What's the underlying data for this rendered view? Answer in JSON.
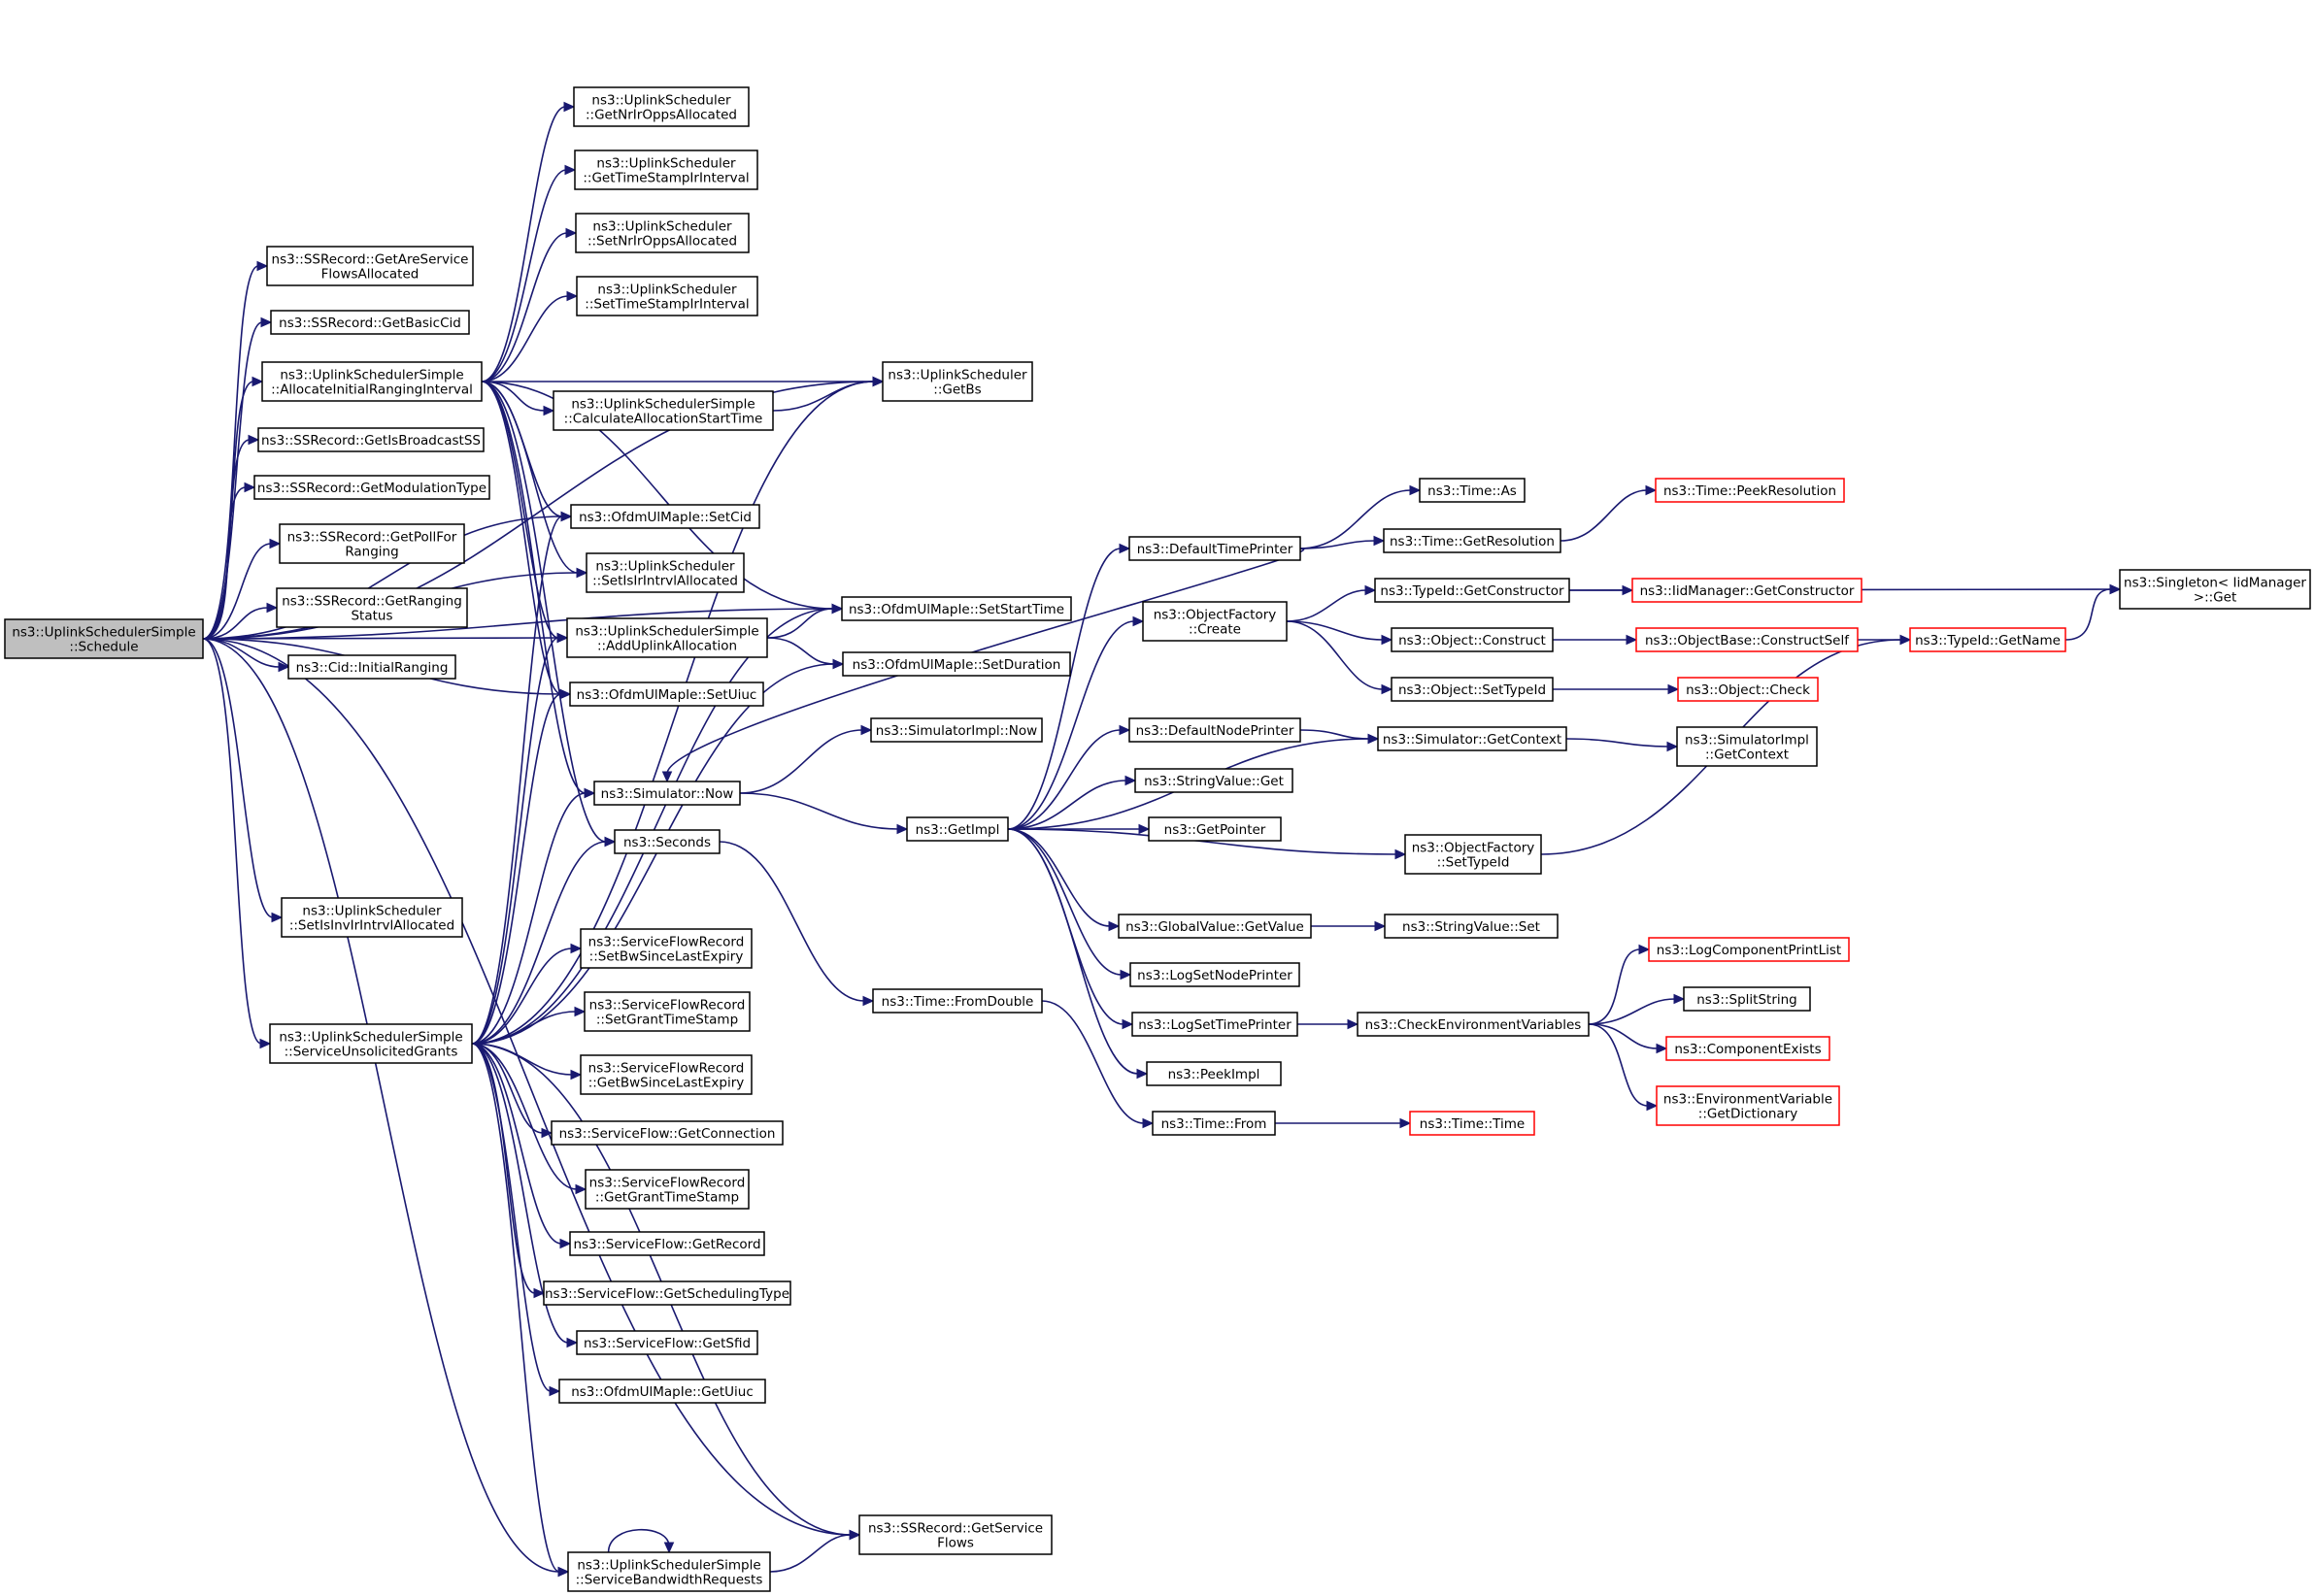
{
  "colors": {
    "edge": "#191970",
    "root_fill": "#bfbfbf",
    "node_border": "#000000",
    "truncated_border": "#ff0000",
    "background": "#ffffff"
  },
  "nodes": {
    "schedule": {
      "lines": [
        "ns3::UplinkSchedulerSimple",
        "::Schedule"
      ],
      "kind": "root"
    },
    "getAreServiceFlowsAllocated": {
      "lines": [
        "ns3::SSRecord::GetAreService",
        "FlowsAllocated"
      ]
    },
    "getBasicCid": {
      "lines": [
        "ns3::SSRecord::GetBasicCid"
      ]
    },
    "allocateInitialRanging": {
      "lines": [
        "ns3::UplinkSchedulerSimple",
        "::AllocateInitialRangingInterval"
      ]
    },
    "getIsBroadcastSS": {
      "lines": [
        "ns3::SSRecord::GetIsBroadcastSS"
      ]
    },
    "getModulationType": {
      "lines": [
        "ns3::SSRecord::GetModulationType"
      ]
    },
    "getPollForRanging": {
      "lines": [
        "ns3::SSRecord::GetPollFor",
        "Ranging"
      ]
    },
    "getRangingStatus": {
      "lines": [
        "ns3::SSRecord::GetRanging",
        "Status"
      ]
    },
    "initialRanging": {
      "lines": [
        "ns3::Cid::InitialRanging"
      ]
    },
    "setIsInvIrIntrvlAllocated": {
      "lines": [
        "ns3::UplinkScheduler",
        "::SetIsInvIrIntrvlAllocated"
      ]
    },
    "serviceUnsolicitedGrants": {
      "lines": [
        "ns3::UplinkSchedulerSimple",
        "::ServiceUnsolicitedGrants"
      ]
    },
    "serviceBandwidthRequests": {
      "lines": [
        "ns3::UplinkSchedulerSimple",
        "::ServiceBandwidthRequests"
      ]
    },
    "getNrIrOppsAllocated": {
      "lines": [
        "ns3::UplinkScheduler",
        "::GetNrIrOppsAllocated"
      ]
    },
    "getTimeStampIrInterval": {
      "lines": [
        "ns3::UplinkScheduler",
        "::GetTimeStampIrInterval"
      ]
    },
    "setNrIrOppsAllocated": {
      "lines": [
        "ns3::UplinkScheduler",
        "::SetNrIrOppsAllocated"
      ]
    },
    "setTimeStampIrInterval": {
      "lines": [
        "ns3::UplinkScheduler",
        "::SetTimeStampIrInterval"
      ]
    },
    "calculateAllocationStartTime": {
      "lines": [
        "ns3::UplinkSchedulerSimple",
        "::CalculateAllocationStartTime"
      ]
    },
    "setCid": {
      "lines": [
        "ns3::OfdmUlMapIe::SetCid"
      ]
    },
    "setIsIrIntrvlAllocated": {
      "lines": [
        "ns3::UplinkScheduler",
        "::SetIsIrIntrvlAllocated"
      ]
    },
    "addUplinkAllocation": {
      "lines": [
        "ns3::UplinkSchedulerSimple",
        "::AddUplinkAllocation"
      ]
    },
    "setUiuc": {
      "lines": [
        "ns3::OfdmUlMapIe::SetUiuc"
      ]
    },
    "simulatorNow": {
      "lines": [
        "ns3::Simulator::Now"
      ]
    },
    "seconds": {
      "lines": [
        "ns3::Seconds"
      ]
    },
    "setBwSinceLastExpiry": {
      "lines": [
        "ns3::ServiceFlowRecord",
        "::SetBwSinceLastExpiry"
      ]
    },
    "setGrantTimeStamp": {
      "lines": [
        "ns3::ServiceFlowRecord",
        "::SetGrantTimeStamp"
      ]
    },
    "getBwSinceLastExpiry": {
      "lines": [
        "ns3::ServiceFlowRecord",
        "::GetBwSinceLastExpiry"
      ]
    },
    "getConnection": {
      "lines": [
        "ns3::ServiceFlow::GetConnection"
      ]
    },
    "getGrantTimeStamp": {
      "lines": [
        "ns3::ServiceFlowRecord",
        "::GetGrantTimeStamp"
      ]
    },
    "getRecord": {
      "lines": [
        "ns3::ServiceFlow::GetRecord"
      ]
    },
    "getSchedulingType": {
      "lines": [
        "ns3::ServiceFlow::GetSchedulingType"
      ]
    },
    "getSfid": {
      "lines": [
        "ns3::ServiceFlow::GetSfid"
      ]
    },
    "getUiuc": {
      "lines": [
        "ns3::OfdmUlMapIe::GetUiuc"
      ]
    },
    "getBs": {
      "lines": [
        "ns3::UplinkScheduler",
        "::GetBs"
      ]
    },
    "setStartTime": {
      "lines": [
        "ns3::OfdmUlMapIe::SetStartTime"
      ]
    },
    "setDuration": {
      "lines": [
        "ns3::OfdmUlMapIe::SetDuration"
      ]
    },
    "simulatorImplNow": {
      "lines": [
        "ns3::SimulatorImpl::Now"
      ]
    },
    "getImpl": {
      "lines": [
        "ns3::GetImpl"
      ]
    },
    "timeFromDouble": {
      "lines": [
        "ns3::Time::FromDouble"
      ]
    },
    "getServiceFlows": {
      "lines": [
        "ns3::SSRecord::GetService",
        "Flows"
      ]
    },
    "defaultTimePrinter": {
      "lines": [
        "ns3::DefaultTimePrinter"
      ]
    },
    "objectFactoryCreate": {
      "lines": [
        "ns3::ObjectFactory",
        "::Create"
      ]
    },
    "defaultNodePrinter": {
      "lines": [
        "ns3::DefaultNodePrinter"
      ]
    },
    "stringValueGet": {
      "lines": [
        "ns3::StringValue::Get"
      ]
    },
    "getPointer": {
      "lines": [
        "ns3::GetPointer"
      ]
    },
    "globalValueGetValue": {
      "lines": [
        "ns3::GlobalValue::GetValue"
      ]
    },
    "logSetNodePrinter": {
      "lines": [
        "ns3::LogSetNodePrinter"
      ]
    },
    "logSetTimePrinter": {
      "lines": [
        "ns3::LogSetTimePrinter"
      ]
    },
    "peekImpl": {
      "lines": [
        "ns3::PeekImpl"
      ]
    },
    "timeFrom": {
      "lines": [
        "ns3::Time::From"
      ]
    },
    "timeAs": {
      "lines": [
        "ns3::Time::As"
      ]
    },
    "timeGetResolution": {
      "lines": [
        "ns3::Time::GetResolution"
      ]
    },
    "typeIdGetConstructor": {
      "lines": [
        "ns3::TypeId::GetConstructor"
      ]
    },
    "objectConstruct": {
      "lines": [
        "ns3::Object::Construct"
      ]
    },
    "objectSetTypeId": {
      "lines": [
        "ns3::Object::SetTypeId"
      ]
    },
    "simulatorGetContext": {
      "lines": [
        "ns3::Simulator::GetContext"
      ]
    },
    "objectFactorySetTypeId": {
      "lines": [
        "ns3::ObjectFactory",
        "::SetTypeId"
      ]
    },
    "stringValueSet": {
      "lines": [
        "ns3::StringValue::Set"
      ]
    },
    "checkEnvironmentVariables": {
      "lines": [
        "ns3::CheckEnvironmentVariables"
      ]
    },
    "timeTime": {
      "lines": [
        "ns3::Time::Time"
      ],
      "kind": "truncated"
    },
    "timePeekResolution": {
      "lines": [
        "ns3::Time::PeekResolution"
      ],
      "kind": "truncated"
    },
    "iidManagerGetConstructor": {
      "lines": [
        "ns3::IidManager::GetConstructor"
      ],
      "kind": "truncated"
    },
    "objectBaseConstructSelf": {
      "lines": [
        "ns3::ObjectBase::ConstructSelf"
      ],
      "kind": "truncated"
    },
    "objectCheck": {
      "lines": [
        "ns3::Object::Check"
      ],
      "kind": "truncated"
    },
    "simulatorImplGetContext": {
      "lines": [
        "ns3::SimulatorImpl",
        "::GetContext"
      ]
    },
    "logComponentPrintList": {
      "lines": [
        "ns3::LogComponentPrintList"
      ],
      "kind": "truncated"
    },
    "splitString": {
      "lines": [
        "ns3::SplitString"
      ]
    },
    "componentExists": {
      "lines": [
        "ns3::ComponentExists"
      ],
      "kind": "truncated"
    },
    "environmentVariableGetDictionary": {
      "lines": [
        "ns3::EnvironmentVariable",
        "::GetDictionary"
      ],
      "kind": "truncated"
    },
    "typeIdGetName": {
      "lines": [
        "ns3::TypeId::GetName"
      ],
      "kind": "truncated"
    },
    "singletonGet": {
      "lines": [
        "ns3::Singleton< IidManager",
        " >::Get"
      ]
    }
  },
  "edges": [
    [
      "schedule",
      "getAreServiceFlowsAllocated"
    ],
    [
      "schedule",
      "getBasicCid"
    ],
    [
      "schedule",
      "allocateInitialRanging"
    ],
    [
      "schedule",
      "getIsBroadcastSS"
    ],
    [
      "schedule",
      "getModulationType"
    ],
    [
      "schedule",
      "getPollForRanging"
    ],
    [
      "schedule",
      "getRangingStatus"
    ],
    [
      "schedule",
      "initialRanging"
    ],
    [
      "schedule",
      "setIsInvIrIntrvlAllocated"
    ],
    [
      "schedule",
      "serviceUnsolicitedGrants"
    ],
    [
      "schedule",
      "serviceBandwidthRequests"
    ],
    [
      "schedule",
      "getBs"
    ],
    [
      "schedule",
      "setStartTime"
    ],
    [
      "schedule",
      "setCid"
    ],
    [
      "schedule",
      "setIsIrIntrvlAllocated"
    ],
    [
      "schedule",
      "addUplinkAllocation"
    ],
    [
      "schedule",
      "setUiuc"
    ],
    [
      "schedule",
      "getServiceFlows"
    ],
    [
      "allocateInitialRanging",
      "getNrIrOppsAllocated"
    ],
    [
      "allocateInitialRanging",
      "getTimeStampIrInterval"
    ],
    [
      "allocateInitialRanging",
      "setNrIrOppsAllocated"
    ],
    [
      "allocateInitialRanging",
      "setTimeStampIrInterval"
    ],
    [
      "allocateInitialRanging",
      "getBs"
    ],
    [
      "allocateInitialRanging",
      "calculateAllocationStartTime"
    ],
    [
      "allocateInitialRanging",
      "setStartTime"
    ],
    [
      "allocateInitialRanging",
      "setCid"
    ],
    [
      "allocateInitialRanging",
      "setIsIrIntrvlAllocated"
    ],
    [
      "allocateInitialRanging",
      "addUplinkAllocation"
    ],
    [
      "allocateInitialRanging",
      "setUiuc"
    ],
    [
      "allocateInitialRanging",
      "simulatorNow"
    ],
    [
      "allocateInitialRanging",
      "seconds"
    ],
    [
      "calculateAllocationStartTime",
      "getBs"
    ],
    [
      "addUplinkAllocation",
      "setStartTime"
    ],
    [
      "addUplinkAllocation",
      "setDuration"
    ],
    [
      "serviceUnsolicitedGrants",
      "getBs"
    ],
    [
      "serviceUnsolicitedGrants",
      "setStartTime"
    ],
    [
      "serviceUnsolicitedGrants",
      "setDuration"
    ],
    [
      "serviceUnsolicitedGrants",
      "setCid"
    ],
    [
      "serviceUnsolicitedGrants",
      "addUplinkAllocation"
    ],
    [
      "serviceUnsolicitedGrants",
      "setUiuc"
    ],
    [
      "serviceUnsolicitedGrants",
      "simulatorNow"
    ],
    [
      "serviceUnsolicitedGrants",
      "seconds"
    ],
    [
      "serviceUnsolicitedGrants",
      "setBwSinceLastExpiry"
    ],
    [
      "serviceUnsolicitedGrants",
      "setGrantTimeStamp"
    ],
    [
      "serviceUnsolicitedGrants",
      "getBwSinceLastExpiry"
    ],
    [
      "serviceUnsolicitedGrants",
      "getConnection"
    ],
    [
      "serviceUnsolicitedGrants",
      "getGrantTimeStamp"
    ],
    [
      "serviceUnsolicitedGrants",
      "getRecord"
    ],
    [
      "serviceUnsolicitedGrants",
      "getSchedulingType"
    ],
    [
      "serviceUnsolicitedGrants",
      "getSfid"
    ],
    [
      "serviceUnsolicitedGrants",
      "getUiuc"
    ],
    [
      "serviceUnsolicitedGrants",
      "getServiceFlows"
    ],
    [
      "serviceUnsolicitedGrants",
      "serviceBandwidthRequests"
    ],
    [
      "serviceBandwidthRequests",
      "getServiceFlows"
    ],
    [
      "serviceBandwidthRequests",
      "serviceBandwidthRequests"
    ],
    [
      "simulatorNow",
      "simulatorImplNow"
    ],
    [
      "simulatorNow",
      "getImpl"
    ],
    [
      "seconds",
      "timeFromDouble"
    ],
    [
      "timeFromDouble",
      "timeFrom"
    ],
    [
      "timeFrom",
      "timeTime"
    ],
    [
      "getImpl",
      "defaultTimePrinter"
    ],
    [
      "getImpl",
      "objectFactoryCreate"
    ],
    [
      "getImpl",
      "defaultNodePrinter"
    ],
    [
      "getImpl",
      "stringValueGet"
    ],
    [
      "getImpl",
      "getPointer"
    ],
    [
      "getImpl",
      "objectFactorySetTypeId"
    ],
    [
      "getImpl",
      "globalValueGetValue"
    ],
    [
      "getImpl",
      "logSetNodePrinter"
    ],
    [
      "getImpl",
      "logSetTimePrinter"
    ],
    [
      "getImpl",
      "peekImpl"
    ],
    [
      "getImpl",
      "simulatorGetContext"
    ],
    [
      "defaultTimePrinter",
      "timeAs"
    ],
    [
      "defaultTimePrinter",
      "timeGetResolution"
    ],
    [
      "defaultTimePrinter",
      "simulatorNow"
    ],
    [
      "timeGetResolution",
      "timePeekResolution"
    ],
    [
      "objectFactoryCreate",
      "typeIdGetConstructor"
    ],
    [
      "objectFactoryCreate",
      "objectConstruct"
    ],
    [
      "objectFactoryCreate",
      "objectSetTypeId"
    ],
    [
      "typeIdGetConstructor",
      "iidManagerGetConstructor"
    ],
    [
      "typeIdGetConstructor",
      "singletonGet"
    ],
    [
      "objectConstruct",
      "objectBaseConstructSelf"
    ],
    [
      "objectBaseConstructSelf",
      "typeIdGetName"
    ],
    [
      "objectSetTypeId",
      "objectCheck"
    ],
    [
      "defaultNodePrinter",
      "simulatorGetContext"
    ],
    [
      "simulatorGetContext",
      "simulatorImplGetContext"
    ],
    [
      "objectFactorySetTypeId",
      "typeIdGetName"
    ],
    [
      "typeIdGetName",
      "singletonGet"
    ],
    [
      "globalValueGetValue",
      "stringValueSet"
    ],
    [
      "logSetTimePrinter",
      "checkEnvironmentVariables"
    ],
    [
      "checkEnvironmentVariables",
      "logComponentPrintList"
    ],
    [
      "checkEnvironmentVariables",
      "splitString"
    ],
    [
      "checkEnvironmentVariables",
      "componentExists"
    ],
    [
      "checkEnvironmentVariables",
      "environmentVariableGetDictionary"
    ]
  ]
}
